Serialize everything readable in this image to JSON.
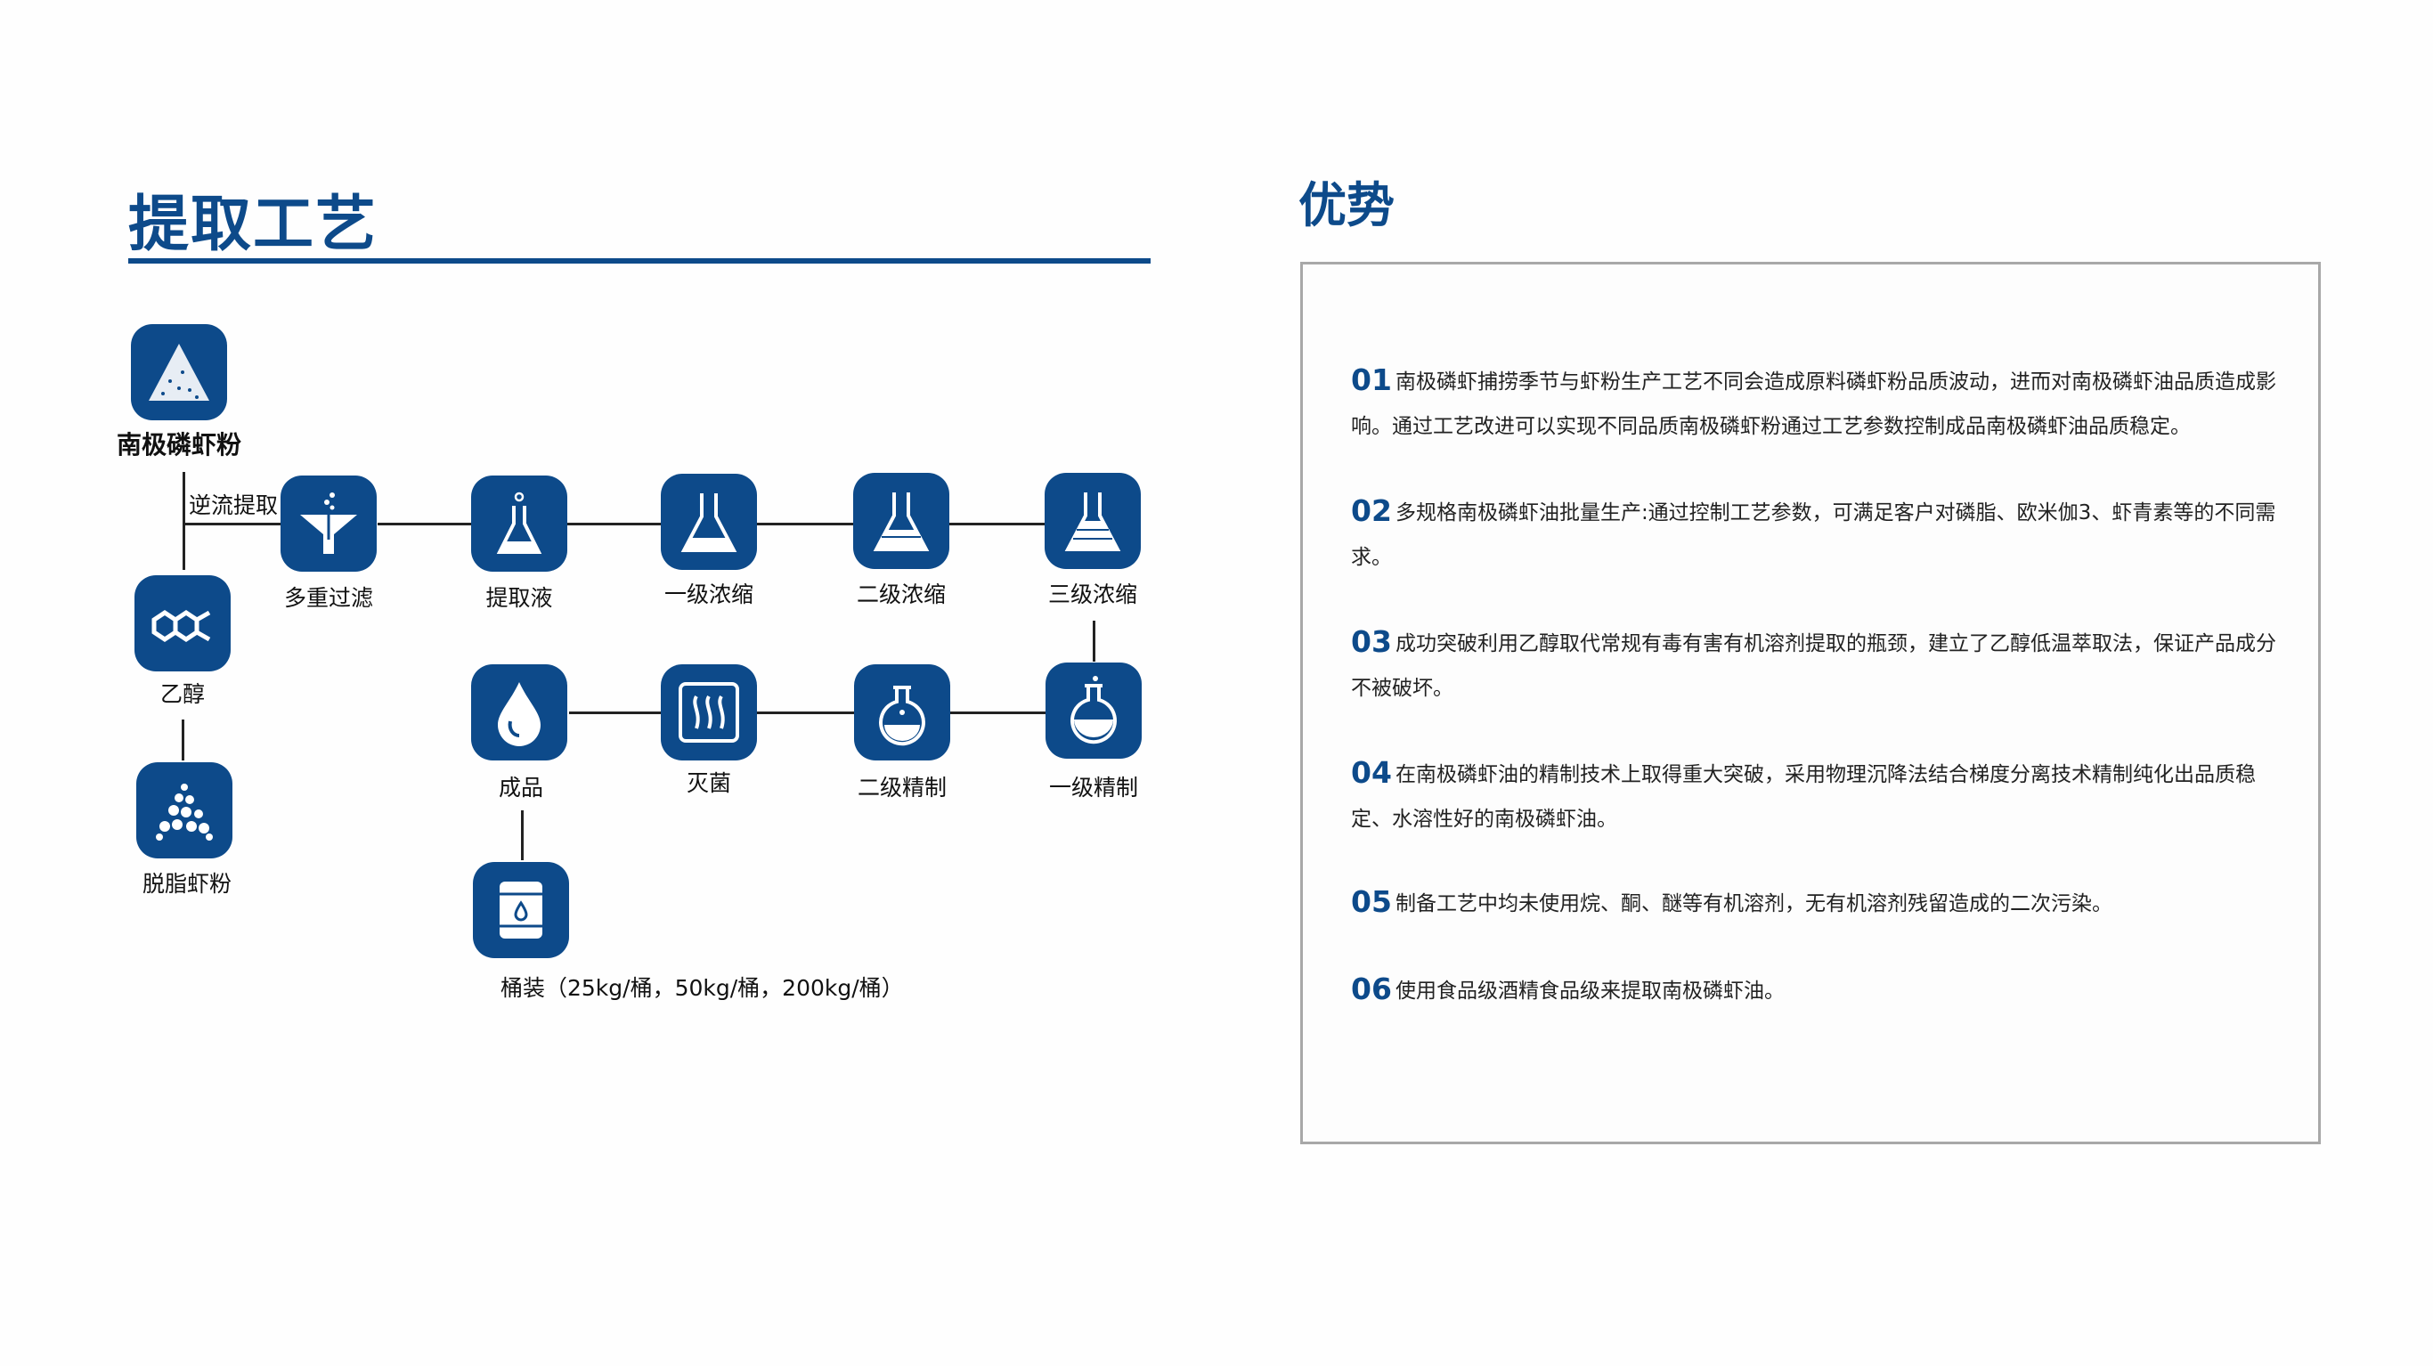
{
  "left": {
    "title": "提取工艺",
    "nodes": {
      "krill_powder": "南极磷虾粉",
      "countercurrent": "逆流提取",
      "multi_filter": "多重过滤",
      "extract": "提取液",
      "conc1": "一级浓缩",
      "conc2": "二级浓缩",
      "conc3": "三级浓缩",
      "ethanol": "乙醇",
      "defatted": "脱脂虾粉",
      "product": "成品",
      "sterilize": "灭菌",
      "refine2": "二级精制",
      "refine1": "一级精制",
      "barrel": "桶装（25kg/桶，50kg/桶，200kg/桶）"
    }
  },
  "right": {
    "title": "优势",
    "items": [
      {
        "num": "01",
        "text": "南极磷虾捕捞季节与虾粉生产工艺不同会造成原料磷虾粉品质波动，进而对南极磷虾油品质造成影响。通过工艺改进可以实现不同品质南极磷虾粉通过工艺参数控制成品南极磷虾油品质稳定。"
      },
      {
        "num": "02",
        "text": "多规格南极磷虾油批量生产:通过控制工艺参数，可满足客户对磷脂、欧米伽3、虾青素等的不同需求。"
      },
      {
        "num": "03",
        "text": "成功突破利用乙醇取代常规有毒有害有机溶剂提取的瓶颈，建立了乙醇低温萃取法，保证产品成分不被破坏。"
      },
      {
        "num": "04",
        "text": "在南极磷虾油的精制技术上取得重大突破，采用物理沉降法结合梯度分离技术精制纯化出品质稳定、水溶性好的南极磷虾油。"
      },
      {
        "num": "05",
        "text": "制备工艺中均未使用烷、酮、醚等有机溶剂，无有机溶剂残留造成的二次污染。"
      },
      {
        "num": "06",
        "text": "使用食品级酒精食品级来提取南极磷虾油。"
      }
    ]
  },
  "colors": {
    "brand": "#0d4a8a"
  }
}
